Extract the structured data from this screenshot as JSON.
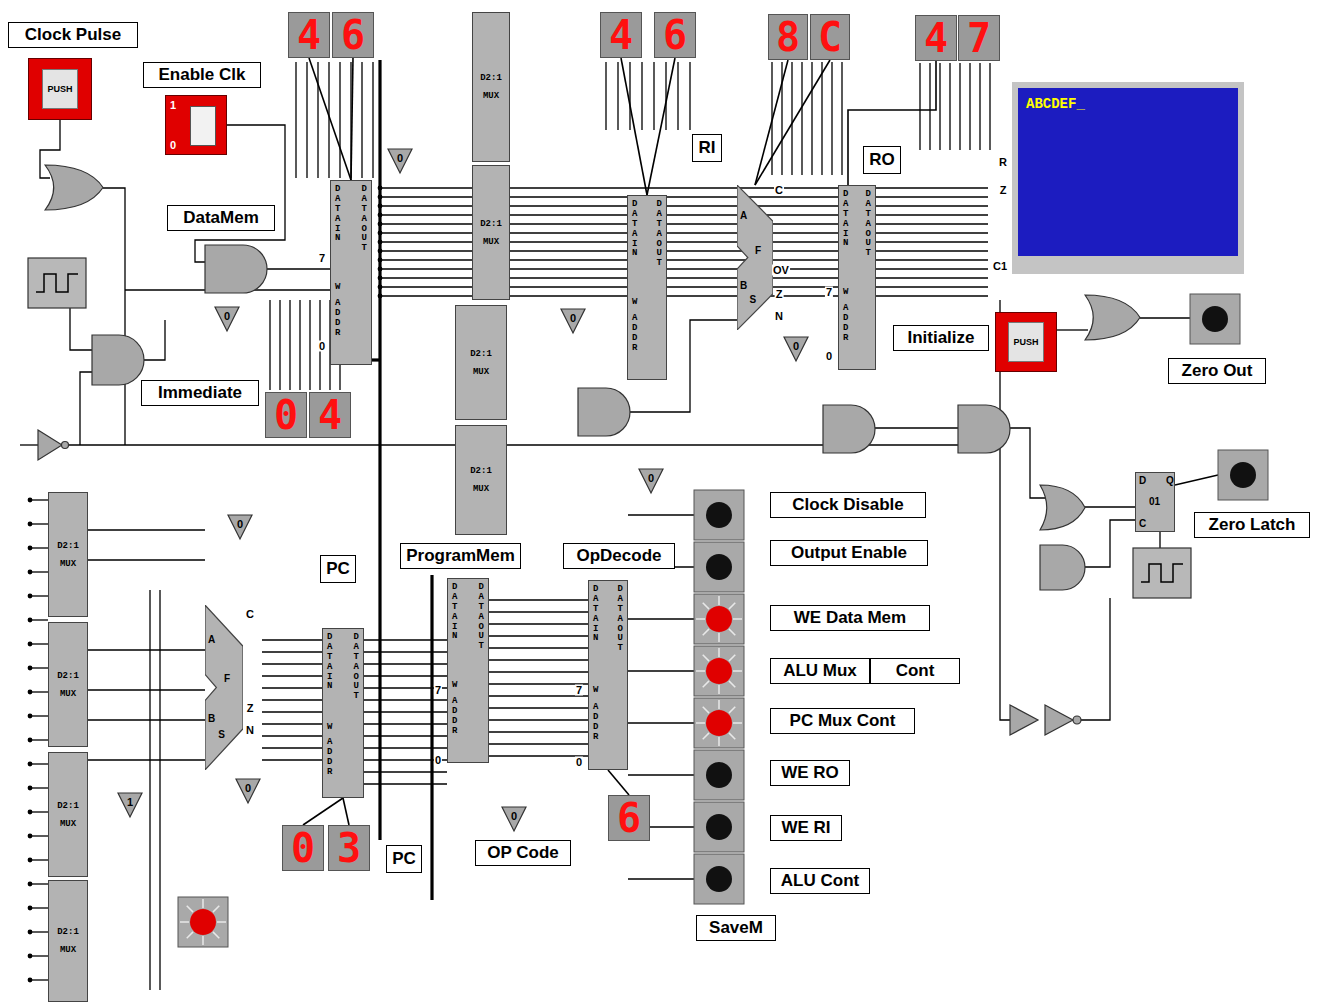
{
  "diagram": {
    "nodes": [
      {
        "text": [
          "Clock Pulse"
        ]
      },
      {
        "text": [
          "4"
        ]
      },
      {
        "text": [
          "6"
        ]
      },
      {
        "text": [
          "D2:1",
          "MUX"
        ]
      },
      {
        "text": [
          "4"
        ]
      },
      {
        "text": [
          "6"
        ]
      },
      {
        "text": [
          "8"
        ]
      },
      {
        "text": [
          "C"
        ]
      },
      {
        "text": [
          "4"
        ]
      },
      {
        "text": [
          "7"
        ]
      },
      {
        "text": [
          "PUSH"
        ]
      },
      {
        "text": [
          "Enable Clk"
        ]
      },
      {
        "text": [
          "1",
          "0"
        ]
      },
      {
        "text": [
          "ABCDEF_"
        ]
      },
      {
        "text": [
          "RI"
        ]
      },
      {
        "text": [
          "RO"
        ]
      },
      {
        "text": [
          "D2:1",
          "MUX"
        ]
      },
      {
        "text": [
          "DATA IN",
          "DATA OUT",
          "W",
          "ADDR"
        ]
      },
      {
        "text": [
          "DataMem"
        ]
      },
      {
        "text": [
          "DATA IN",
          "DATA OUT",
          "W",
          "ADDR"
        ]
      },
      {
        "text": [
          "A",
          "F",
          "B",
          "S"
        ]
      },
      {
        "text": [
          "DATA IN",
          "DATA OUT",
          "W",
          "ADDR"
        ]
      },
      {
        "text": [
          "Initialize"
        ]
      },
      {
        "text": [
          "PUSH"
        ]
      },
      {
        "text": [
          "Zero Out"
        ]
      },
      {
        "text": [
          "Immediate"
        ]
      },
      {
        "text": [
          "0"
        ]
      },
      {
        "text": [
          "4"
        ]
      },
      {
        "text": [
          "D2:1",
          "MUX"
        ]
      },
      {
        "text": [
          "D2:1",
          "MUX"
        ]
      },
      {
        "text": [
          "D",
          "Q",
          "C",
          "01"
        ]
      },
      {
        "text": [
          "Clock Disable"
        ]
      },
      {
        "text": [
          "Zero Latch"
        ]
      },
      {
        "text": [
          "Output Enable"
        ]
      },
      {
        "text": [
          "PC"
        ]
      },
      {
        "text": [
          "ProgramMem"
        ]
      },
      {
        "text": [
          "OpDecode"
        ]
      },
      {
        "text": [
          "A",
          "F",
          "B",
          "S"
        ]
      },
      {
        "text": [
          "DATA IN",
          "DATA OUT",
          "W",
          "ADDR"
        ]
      },
      {
        "text": [
          "DATA IN",
          "DATA OUT",
          "W",
          "ADDR"
        ]
      },
      {
        "text": [
          "DATA IN",
          "DATA OUT",
          "W",
          "ADDR"
        ]
      },
      {
        "text": [
          "WE Data Mem"
        ]
      },
      {
        "text": [
          "ALU Mux"
        ]
      },
      {
        "text": [
          "Cont"
        ]
      },
      {
        "text": [
          "PC Mux Cont"
        ]
      },
      {
        "text": [
          "WE RO"
        ]
      },
      {
        "text": [
          "WE RI"
        ]
      },
      {
        "text": [
          "ALU Cont"
        ]
      },
      {
        "text": [
          "OP Code"
        ]
      },
      {
        "text": [
          "6"
        ]
      },
      {
        "text": [
          "0"
        ]
      },
      {
        "text": [
          "3"
        ]
      },
      {
        "text": [
          "PC"
        ]
      },
      {
        "text": [
          "SaveM"
        ]
      },
      {
        "text": [
          "D2:1",
          "MUX"
        ]
      },
      {
        "text": [
          "D2:1",
          "MUX"
        ]
      },
      {
        "text": [
          "D2:1",
          "MUX"
        ]
      },
      {
        "text": [
          "D2:1",
          "MUX"
        ]
      }
    ],
    "edges": [
      {
        "from": 1,
        "to": 17,
        "arrow": "none"
      },
      {
        "from": 2,
        "to": 17,
        "arrow": "none"
      },
      {
        "from": 4,
        "to": 19,
        "arrow": "none"
      },
      {
        "from": 5,
        "to": 19,
        "arrow": "none"
      },
      {
        "from": 6,
        "to": 20,
        "arrow": "none"
      },
      {
        "from": 7,
        "to": 20,
        "arrow": "none"
      },
      {
        "from": 8,
        "to": 21,
        "arrow": "none"
      },
      {
        "from": 49,
        "to": 40,
        "arrow": "none"
      },
      {
        "from": 50,
        "to": 38,
        "arrow": "none"
      },
      {
        "from": 51,
        "to": 38,
        "arrow": "none"
      }
    ],
    "labels": [
      "C",
      "OV",
      "Z",
      "N",
      "C",
      "Z",
      "N",
      "R",
      "Z",
      "C1",
      "0",
      "0",
      "0",
      "0",
      "0",
      "0",
      "0",
      "0",
      "1",
      "7",
      "0",
      "7",
      "0",
      "7",
      "0",
      "7",
      "0"
    ]
  }
}
